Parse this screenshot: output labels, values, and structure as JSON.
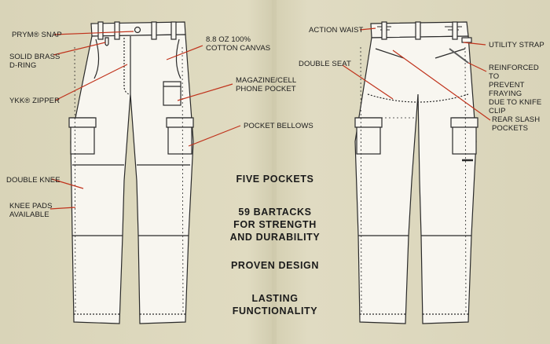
{
  "left_callouts": {
    "prym_snap": "PRYM® SNAP",
    "solid_brass_d_ring": "SOLID BRASS\nD-RING",
    "ykk_zipper": "YKK® ZIPPER",
    "canvas": "8.8 OZ 100%\nCOTTON CANVAS",
    "magazine_pocket": "MAGAZINE/CELL\nPHONE POCKET",
    "pocket_bellows": "POCKET BELLOWS",
    "double_knee": "DOUBLE KNEE",
    "knee_pads": "KNEE PADS\nAVAILABLE"
  },
  "right_callouts": {
    "action_waist": "ACTION WAIST",
    "utility_strap": "UTILITY STRAP",
    "double_seat": "DOUBLE SEAT",
    "reinforced": "REINFORCED TO\nPREVENT FRAYING\nDUE TO KNIFE CLIP",
    "rear_slash_pockets": "REAR SLASH\nPOCKETS"
  },
  "features": {
    "f1": "FIVE POCKETS",
    "f2": "59 BARTACKS\nFOR STRENGTH\nAND DURABILITY",
    "f3": "PROVEN DESIGN",
    "f4": "LASTING\nFUNCTIONALITY"
  },
  "colors": {
    "background": "#dcd7bd",
    "leader_line": "#c0331c",
    "garment_fill": "#f8f6f0",
    "outline": "#2a2a2a"
  }
}
